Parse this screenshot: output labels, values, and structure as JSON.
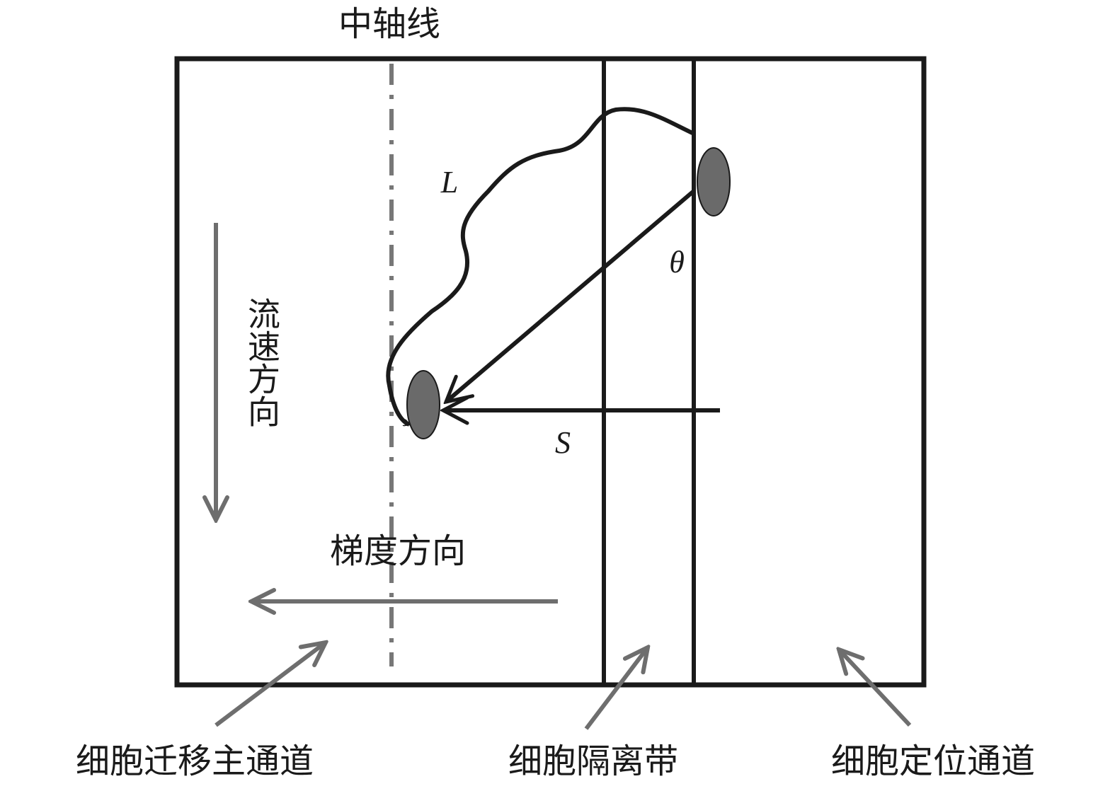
{
  "title": "中轴线",
  "symbols": {
    "path_length": "L",
    "angle": "θ",
    "displacement": "S"
  },
  "flow_direction_label": "流速方向",
  "gradient_direction_label": "梯度方向",
  "regions": [
    {
      "label": "细胞迁移主通道"
    },
    {
      "label": "细胞隔离带"
    },
    {
      "label": "细胞定位通道"
    }
  ],
  "colors": {
    "line": "#1a1a1a",
    "arrow_gray": "#6e6e6e",
    "cell": "#6a6a6a"
  }
}
